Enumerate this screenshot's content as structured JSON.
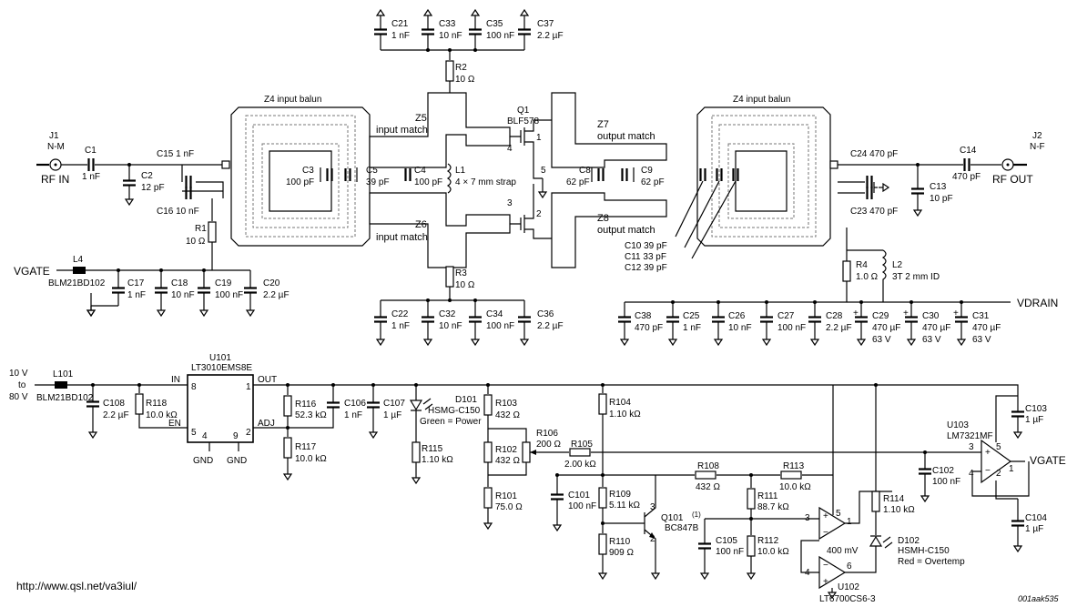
{
  "rf": {
    "j1": "J1",
    "j1_type": "N-M",
    "rf_in": "RF IN",
    "j2": "J2",
    "j2_type": "N-F",
    "rf_out": "RF OUT",
    "c1": "C1",
    "c1_val": "1 nF",
    "c2": "C2",
    "c2_val": "12 pF",
    "c15": "C15 1 nF",
    "c16": "C16 10 nF",
    "r1": "R1",
    "r1_val": "10 Ω",
    "l4": "L4",
    "l4_part": "BLM21BD102",
    "vgate": "VGATE",
    "c17": "C17",
    "c17_val": "1 nF",
    "c18": "C18",
    "c18_val": "10 nF",
    "c19": "C19",
    "c19_val": "100 nF",
    "c20": "C20",
    "c20_val": "2.2 µF",
    "balun_in": "Z4 input balun",
    "balun_out": "Z4 input balun",
    "c3": "C3",
    "c3_val": "100 pF",
    "c5": "C5",
    "c5_val": "39 pF",
    "c4": "C4",
    "c4_val": "100 pF",
    "l1": "L1",
    "l1_val": "4 × 7 mm strap",
    "z5": "Z5",
    "z5_note": "input match",
    "z6": "Z6",
    "z6_note": "input match",
    "z7": "Z7",
    "z7_note": "output match",
    "z8": "Z8",
    "z8_note": "output match",
    "q1": "Q1",
    "q1_part": "BLF578",
    "pin4": "4",
    "pin1": "1",
    "pin5": "5",
    "pin3": "3",
    "pin2": "2",
    "c8": "C8",
    "c8_val": "62 pF",
    "c9": "C9",
    "c9_val": "62 pF",
    "r2": "R2",
    "r2_val": "10 Ω",
    "r3": "R3",
    "r3_val": "10 Ω",
    "c21": "C21",
    "c21_val": "1 nF",
    "c33": "C33",
    "c33_val": "10 nF",
    "c35": "C35",
    "c35_val": "100 nF",
    "c37": "C37",
    "c37_val": "2.2 µF",
    "c22": "C22",
    "c22_val": "1 nF",
    "c32": "C32",
    "c32_val": "10 nF",
    "c34": "C34",
    "c34_val": "100 nF",
    "c36": "C36",
    "c36_val": "2.2 µF",
    "c24": "C24 470 pF",
    "c23": "C23 470 pF",
    "c14": "C14",
    "c14_val": "470 pF",
    "c13": "C13",
    "c13_val": "10 pF",
    "c10": "C10 39 pF",
    "c11": "C11 33 pF",
    "c12": "C12 39 pF",
    "r4": "R4",
    "r4_val": "1.0 Ω",
    "l2": "L2",
    "l2_val": "3T 2 mm ID",
    "vdrain": "VDRAIN",
    "c38": "C38",
    "c38_val": "470 pF",
    "c25": "C25",
    "c25_val": "1 nF",
    "c26": "C26",
    "c26_val": "10 nF",
    "c27": "C27",
    "c27_val": "100 nF",
    "c28": "C28",
    "c28_val": "2.2 µF",
    "c29": "C29",
    "c29_val": "470 µF",
    "c29_v": "63 V",
    "c30": "C30",
    "c30_val": "470 µF",
    "c30_v": "63 V",
    "c31": "C31",
    "c31_val": "470 µF",
    "c31_v": "63 V",
    "plus": "+"
  },
  "bias": {
    "vin1": "10 V",
    "vin2": "to",
    "vin3": "80 V",
    "l101": "L101",
    "l101_part": "BLM21BD102",
    "c108": "C108",
    "c108_val": "2.2 µF",
    "r118": "R118",
    "r118_val": "10.0 kΩ",
    "u101": "U101",
    "u101_part": "LT3010EMS8E",
    "in": "IN",
    "out": "OUT",
    "en": "EN",
    "adj": "ADJ",
    "gnd": "GND",
    "p8": "8",
    "p1": "1",
    "p5": "5",
    "p2": "2",
    "p4": "4",
    "p9": "9",
    "r116": "R116",
    "r116_val": "52.3 kΩ",
    "r117": "R117",
    "r117_val": "10.0 kΩ",
    "c106": "C106",
    "c106_val": "1 nF",
    "c107": "C107",
    "c107_val": "1 µF",
    "d101": "D101",
    "d101_part": "HSMG-C150",
    "d101_note": "Green = Power",
    "r115": "R115",
    "r115_val": "1.10 kΩ",
    "r103": "R103",
    "r103_val": "432 Ω",
    "r106": "R106",
    "r106_val": "200 Ω",
    "r102": "R102",
    "r102_val": "432 Ω",
    "r101": "R101",
    "r101_val": "75.0 Ω",
    "r105": "R105",
    "r105_val": "2.00 kΩ",
    "c101": "C101",
    "c101_val": "100 nF",
    "r104": "R104",
    "r104_val": "1.10 kΩ",
    "r109": "R109",
    "r109_val": "5.11 kΩ",
    "r110": "R110",
    "r110_val": "909 Ω",
    "q101": "Q101",
    "q101_sup": "(1)",
    "q101_part": "BC847B",
    "r108": "R108",
    "r108_val": "432 Ω",
    "r113": "R113",
    "r113_val": "10.0 kΩ",
    "r111": "R111",
    "r111_val": "88.7 kΩ",
    "r112": "R112",
    "r112_val": "10.0 kΩ",
    "c105": "C105",
    "c105_val": "100 nF",
    "u102": "U102",
    "u102_part": "LT6700CS6-3",
    "mv": "400 mV",
    "r114": "R114",
    "r114_val": "1.10 kΩ",
    "d102": "D102",
    "d102_part": "HSMH-C150",
    "d102_note": "Red = Overtemp",
    "c102": "C102",
    "c102_val": "100 nF",
    "c103": "C103",
    "c103_val": "1 µF",
    "c104": "C104",
    "c104_val": "1 µF",
    "u103": "U103",
    "u103_part": "LM7321MF",
    "vgate": "VGATE",
    "plus": "+",
    "minus": "−",
    "n1": "1",
    "n2": "2",
    "n3": "3",
    "n4": "4",
    "n5": "5",
    "n6": "6"
  },
  "footer": {
    "url": "http://www.qsl.net/va3iul/",
    "ref": "001aak535"
  }
}
